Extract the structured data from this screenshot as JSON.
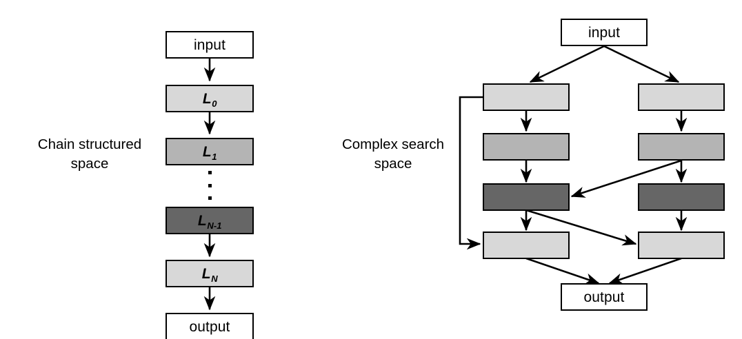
{
  "figure": {
    "panels": [
      {
        "id": "chain",
        "caption_line1": "Chain structured",
        "caption_line2": "space",
        "nodes": [
          {
            "name": "input",
            "label": "input",
            "kind": "io",
            "shade": "white"
          },
          {
            "name": "layer0",
            "label": "L",
            "sub": "0",
            "kind": "layer",
            "shade": "#d8d8d8"
          },
          {
            "name": "layer1",
            "label": "L",
            "sub": "1",
            "kind": "layer",
            "shade": "#b4b4b4"
          },
          {
            "name": "layerN1",
            "label": "L",
            "sub": "N-1",
            "kind": "layer",
            "shade": "#666666"
          },
          {
            "name": "layerN",
            "label": "L",
            "sub": "N",
            "kind": "layer",
            "shade": "#d8d8d8"
          },
          {
            "name": "output",
            "label": "output",
            "kind": "io",
            "shade": "white"
          }
        ],
        "ellipsis_dots": 3,
        "edges": [
          {
            "from": "input",
            "to": "layer0"
          },
          {
            "from": "layer0",
            "to": "layer1"
          },
          {
            "from": "layerN1",
            "to": "layerN"
          },
          {
            "from": "layerN",
            "to": "output"
          }
        ]
      },
      {
        "id": "complex",
        "caption_line1": "Complex search",
        "caption_line2": "space",
        "nodes": [
          {
            "name": "input",
            "label": "input",
            "kind": "io",
            "shade": "white"
          },
          {
            "name": "l1",
            "label": "",
            "kind": "layer",
            "shade": "#d8d8d8"
          },
          {
            "name": "r1",
            "label": "",
            "kind": "layer",
            "shade": "#d8d8d8"
          },
          {
            "name": "l2",
            "label": "",
            "kind": "layer",
            "shade": "#b4b4b4"
          },
          {
            "name": "r2",
            "label": "",
            "kind": "layer",
            "shade": "#b4b4b4"
          },
          {
            "name": "l3",
            "label": "",
            "kind": "layer",
            "shade": "#666666"
          },
          {
            "name": "r3",
            "label": "",
            "kind": "layer",
            "shade": "#666666"
          },
          {
            "name": "l4",
            "label": "",
            "kind": "layer",
            "shade": "#d8d8d8"
          },
          {
            "name": "r4",
            "label": "",
            "kind": "layer",
            "shade": "#d8d8d8"
          },
          {
            "name": "output",
            "label": "output",
            "kind": "io",
            "shade": "white"
          }
        ],
        "edges": [
          {
            "from": "input",
            "to": "l1"
          },
          {
            "from": "input",
            "to": "r1"
          },
          {
            "from": "l1",
            "to": "l2"
          },
          {
            "from": "r1",
            "to": "r2"
          },
          {
            "from": "l2",
            "to": "l3"
          },
          {
            "from": "r2",
            "to": "r3"
          },
          {
            "from": "r2",
            "to": "l3"
          },
          {
            "from": "l3",
            "to": "l4"
          },
          {
            "from": "r3",
            "to": "r4"
          },
          {
            "from": "l3",
            "to": "r4"
          },
          {
            "from": "l1",
            "to": "l4",
            "style": "skip-left"
          },
          {
            "from": "l4",
            "to": "output"
          },
          {
            "from": "r4",
            "to": "output"
          }
        ]
      }
    ],
    "colors": {
      "stroke": "#000000",
      "background": "#ffffff",
      "shade_light": "#d8d8d8",
      "shade_mid": "#b4b4b4",
      "shade_dark": "#666666"
    }
  }
}
